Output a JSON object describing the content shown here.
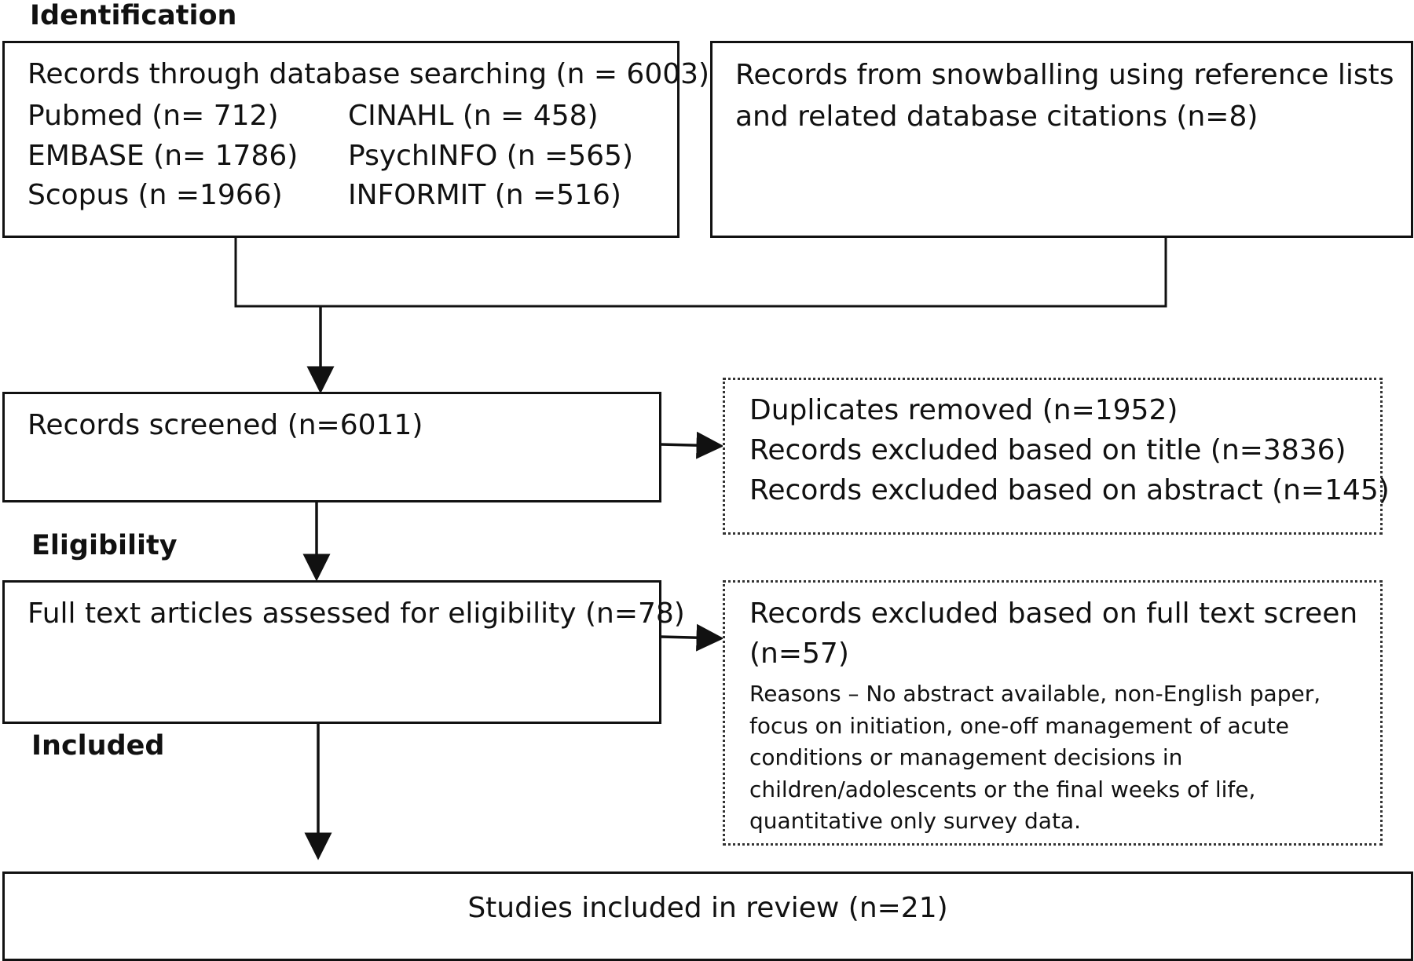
{
  "stages": {
    "identification": "Identification",
    "eligibility": "Eligibility",
    "included": "Included"
  },
  "database_box": {
    "heading": "Records through database searching (n = 6003)",
    "sources": [
      {
        "label": "Pubmed (n= 712)"
      },
      {
        "label": "CINAHL (n = 458)"
      },
      {
        "label": "EMBASE (n= 1786)"
      },
      {
        "label": "PsychINFO (n =565)"
      },
      {
        "label": "Scopus (n =1966)"
      },
      {
        "label": "INFORMIT  (n =516)"
      }
    ]
  },
  "snowball_box": {
    "line1": "Records from snowballing using reference lists",
    "line2": "and related database citations (n=8)"
  },
  "screened_box": {
    "label": "Records screened (n=6011)"
  },
  "screen_exclusions": {
    "lines": [
      "Duplicates removed (n=1952)",
      "Records excluded based on title (n=3836)",
      "Records excluded based on abstract (n=145)"
    ]
  },
  "fulltext_box": {
    "label": "Full text articles assessed for eligibility (n=78)"
  },
  "fulltext_exclusions": {
    "line1": "Records excluded based on full text screen",
    "line2": "(n=57)",
    "reasons": "Reasons – No abstract available, non-English paper, focus on initiation, one-off management of acute conditions or management decisions in children/adolescents or the final weeks of life, quantitative only survey data."
  },
  "included_box": {
    "label": "Studies included in review (n=21)"
  },
  "colors": {
    "line": "#111111",
    "background": "#ffffff"
  }
}
